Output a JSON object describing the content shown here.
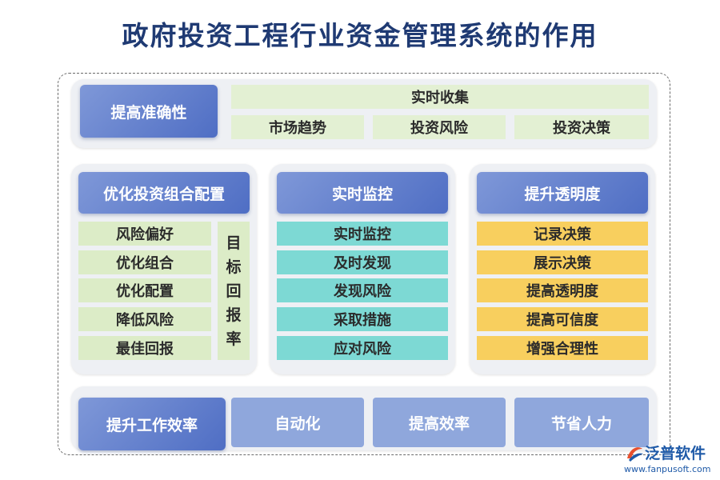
{
  "title": "政府投资工程行业资金管理系统的作用",
  "top": {
    "header": "提高准确性",
    "banner": "实时收集",
    "items": [
      "市场趋势",
      "投资风险",
      "投资决策"
    ]
  },
  "left": {
    "header": "优化投资组合配置",
    "items": [
      "风险偏好",
      "优化组合",
      "优化配置",
      "降低风险",
      "最佳回报"
    ],
    "side_chars": [
      "目",
      "标",
      "回",
      "报",
      "率"
    ]
  },
  "middle": {
    "header": "实时监控",
    "items": [
      "实时监控",
      "及时发现",
      "发现风险",
      "采取措施",
      "应对风险"
    ]
  },
  "right": {
    "header": "提升透明度",
    "items": [
      "记录决策",
      "展示决策",
      "提高透明度",
      "提高可信度",
      "增强合理性"
    ]
  },
  "bottom": {
    "header": "提升工作效率",
    "items": [
      "自动化",
      "提高效率",
      "节省人力"
    ]
  },
  "logo": {
    "name": "泛普软件",
    "url": "www.fanpusoft.com"
  },
  "colors": {
    "title": "#1f3a73",
    "header_gradient": [
      "#7f98d8",
      "#4f6ec4"
    ],
    "green": "#dcecc7",
    "teal": "#7dd9d4",
    "yellow": "#f8cf5e",
    "blue": "#8fa7dc"
  }
}
